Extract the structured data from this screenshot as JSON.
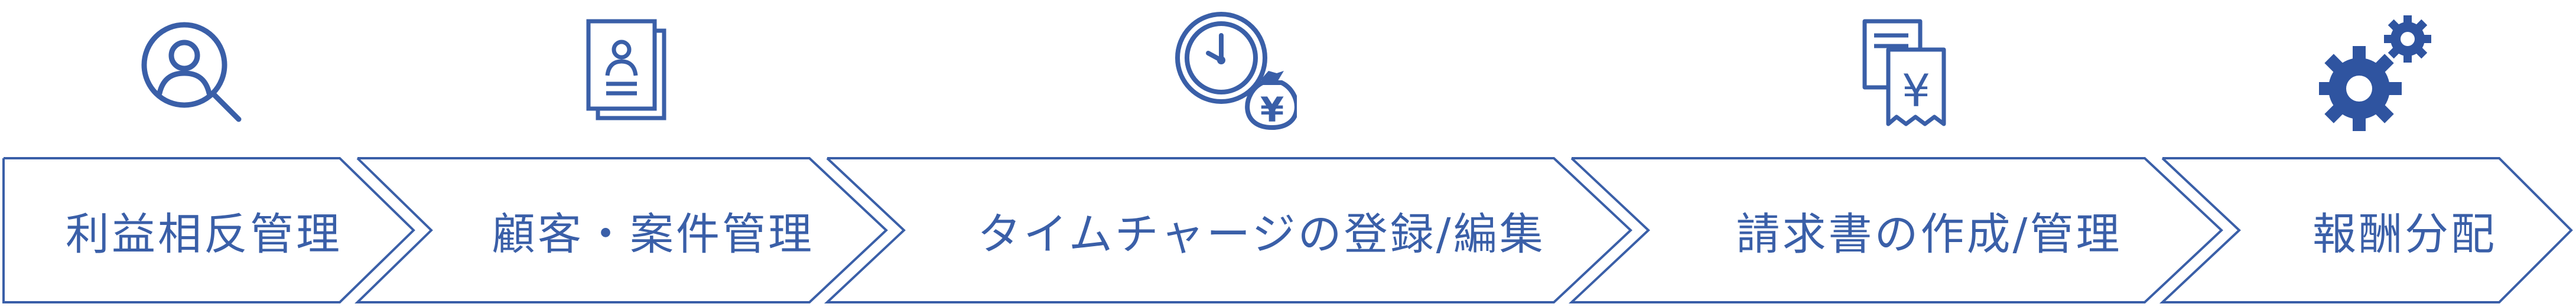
{
  "theme": {
    "accent": "#3a5fa8",
    "dark": "#2f54a0"
  },
  "steps": [
    {
      "label": "利益相反管理",
      "icon": "search-person-icon"
    },
    {
      "label": "顧客・案件管理",
      "icon": "client-files-icon"
    },
    {
      "label": "タイムチャージの登録/編集",
      "icon": "clock-money-icon"
    },
    {
      "label": "請求書の作成/管理",
      "icon": "invoice-yen-icon"
    },
    {
      "label": "報酬分配",
      "icon": "gears-icon"
    }
  ]
}
